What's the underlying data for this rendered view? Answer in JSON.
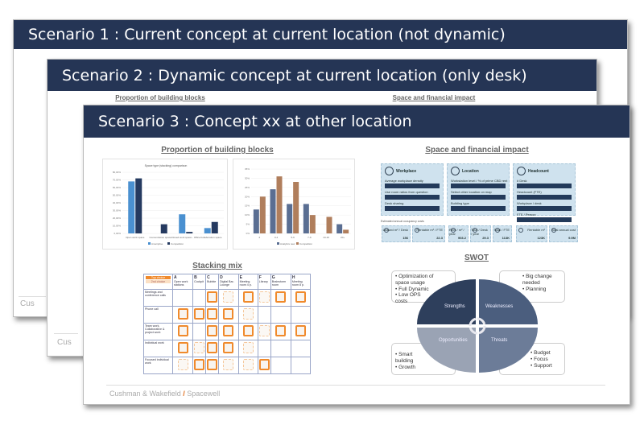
{
  "slides": [
    {
      "title": "Scenario 1 : Current concept at current location (not dynamic)",
      "footer": "Cus"
    },
    {
      "title": "Scenario 2 : Dynamic concept at current location (only desk)",
      "footer": "Cus",
      "section_left": "Proportion of building blocks",
      "section_right": "Space and financial impact"
    },
    {
      "title": "Scenario 3 : Concept xx at other location",
      "footer_left": "Cushman & Wakefield",
      "footer_sep": "/",
      "footer_right": "Spacewell"
    }
  ],
  "sections": {
    "proportion": "Proportion of building blocks",
    "space": "Space and financial impact",
    "stacking": "Stacking mix",
    "swot": "SWOT"
  },
  "chart_data": [
    {
      "type": "bar",
      "title": "Space type (stacking) comparison",
      "categories": [
        "Open work space",
        "Concentration space",
        "Closed work space - Office",
        "Collaboration space"
      ],
      "series": [
        {
          "name": "Ameriprise",
          "values": [
            68,
            0,
            25,
            7
          ],
          "color": "#4a90d0"
        },
        {
          "name": "Competition",
          "values": [
            72,
            12,
            2,
            15
          ],
          "color": "#253a60"
        }
      ],
      "yticks": [
        "0,00%",
        "10,00%",
        "20,00%",
        "30,00%",
        "40,00%",
        "50,00%",
        "60,00%",
        "70,00%",
        "80,00%"
      ],
      "ylim": [
        0,
        80
      ]
    },
    {
      "type": "bar",
      "title": "",
      "categories": [
        "2",
        "3-4",
        "5-6",
        "7-9",
        "10-19",
        "20+"
      ],
      "series": [
        {
          "name": "Analytics new",
          "values": [
            13,
            24,
            16,
            16,
            0,
            5
          ],
          "color": "#5a6e92"
        },
        {
          "name": "Competition",
          "values": [
            20,
            31,
            28,
            10,
            9,
            2
          ],
          "color": "#b07e5c"
        }
      ],
      "yticks": [
        "0%",
        "5%",
        "10%",
        "15%",
        "20%",
        "25%",
        "30%",
        "35%"
      ],
      "ylim": [
        0,
        35
      ]
    }
  ],
  "space": {
    "cards": [
      {
        "title": "Workplace",
        "rows": [
          "Average workplace density",
          "Use room ratios from question",
          "Desk sharing"
        ]
      },
      {
        "title": "Location",
        "rows": [
          "Workstation level / % of prime CBD rent",
          "Select other location on map",
          "Building type"
        ]
      },
      {
        "title": "Headcount",
        "rows": [
          "# Desk",
          "Headcount (FTE)",
          "Workplace / desk",
          "FTE / Person"
        ]
      }
    ],
    "note": "Estimated annual occupancy costs",
    "tiles": [
      {
        "label": "Leased m² / Desk",
        "value": "156"
      },
      {
        "label": "Rentable m² / FTE",
        "value": "22.3"
      },
      {
        "label": "Rent / m² / year",
        "value": "903.2"
      },
      {
        "label": "Total / Desk / year",
        "value": "29.3"
      },
      {
        "label": "Total / FTE",
        "value": "113K"
      },
      {
        "label": "Rentable m²",
        "value": "123K"
      },
      {
        "label": "Total annual cost",
        "value": "9.9M"
      }
    ]
  },
  "stacking": {
    "legend": [
      "Top choice",
      "2nd choice"
    ],
    "columns": [
      {
        "letter": "A",
        "label": "Open work stations"
      },
      {
        "letter": "B",
        "label": "Cockpit"
      },
      {
        "letter": "C",
        "label": "Bubble"
      },
      {
        "letter": "D",
        "label": "Digital Bar-Lounge"
      },
      {
        "letter": "E",
        "label": "Meeting room 4 p."
      },
      {
        "letter": "F",
        "label": "Library"
      },
      {
        "letter": "G",
        "label": "Brainstorm room"
      },
      {
        "letter": "H",
        "label": "Meeting room 8 p."
      }
    ],
    "rows": [
      {
        "label": "Meetings and conference calls",
        "cells": [
          0,
          0,
          2,
          1,
          2,
          1,
          2,
          2
        ]
      },
      {
        "label": "Phone call",
        "cells": [
          2,
          2,
          2,
          2,
          1,
          0,
          0,
          0
        ]
      },
      {
        "label": "Team work, Collaborative & project work",
        "cells": [
          2,
          0,
          2,
          2,
          2,
          1,
          2,
          2
        ]
      },
      {
        "label": "Individual work",
        "cells": [
          2,
          1,
          2,
          2,
          1,
          0,
          0,
          0
        ]
      },
      {
        "label": "Focused individual work",
        "cells": [
          1,
          2,
          2,
          1,
          1,
          2,
          0,
          0
        ]
      }
    ]
  },
  "swot": {
    "strengths": {
      "label": "Strengths",
      "items": [
        "Optimization of space usage",
        "Full Dynamic",
        "Low OPS costs"
      ]
    },
    "weaknesses": {
      "label": "Weaknesses",
      "items": [
        "Big change needed",
        "Planning"
      ]
    },
    "opportunities": {
      "label": "Opportunities",
      "items": [
        "Smart building",
        "Growth"
      ]
    },
    "threats": {
      "label": "Threats",
      "items": [
        "Budget",
        "Focus",
        "Support"
      ]
    }
  }
}
